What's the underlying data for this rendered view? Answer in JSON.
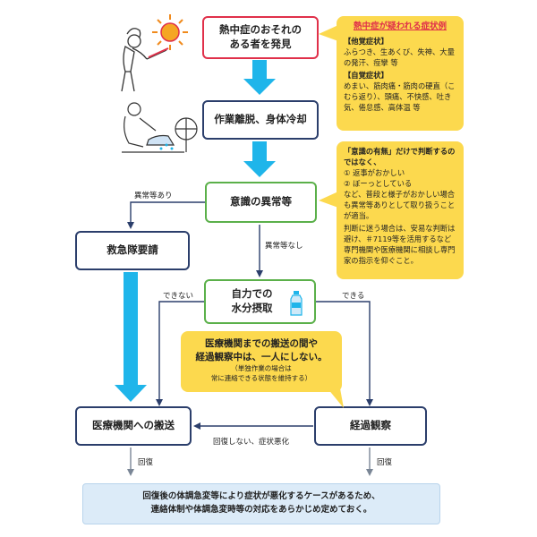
{
  "colors": {
    "alert_red": "#e0304a",
    "navy": "#2b3e6b",
    "green": "#5bb04a",
    "cyan_arrow": "#1fb5ea",
    "note_yellow": "#fcd94e",
    "footer_blue": "#dcebf8"
  },
  "icons": {
    "worker": "worker-in-sun-icon",
    "rest": "worker-resting-with-fan-icon",
    "water": "water-bottle-icon"
  },
  "nodes": {
    "discover": [
      "熱中症のおそれの",
      "ある者を発見"
    ],
    "remove_cool": "作業離脱、身体冷却",
    "consciousness": "意識の異常等",
    "ambulance": "救急隊要請",
    "self_hydration": [
      "自力での",
      "水分摂取"
    ],
    "transport": "医療機関への搬送",
    "observe": "経過観察"
  },
  "edge_labels": {
    "abnormal_yes": "異常等あり",
    "abnormal_no": "異常等なし",
    "cannot": "できない",
    "can": "できる",
    "not_recovered": "回復しない、症状悪化",
    "recovered_left": "回復",
    "recovered_right": "回復"
  },
  "notes": {
    "symptoms": {
      "title": "熱中症が疑われる症状例",
      "other_head": "【他覚症状】",
      "other_body": "ふらつき、生あくび、失神、大量の発汗、痙攣 等",
      "self_head": "【自覚症状】",
      "self_body": "めまい、筋肉痛・筋肉の硬直（こむら返り）、頭痛、不快感、吐き気、倦怠感、高体温 等"
    },
    "judgement": {
      "lead": "「意識の有無」だけで判断するのではなく、",
      "item1": "① 返事がおかしい",
      "item2": "② ぼーっとしている",
      "item3": "など、普段と様子がおかしい場合も異常等ありとして取り扱うことが適当。",
      "item4": "判断に迷う場合は、安易な判断は避け、＃7119等を活用するなど専門機関や医療機関に相談し専門家の指示を仰ぐこと。"
    },
    "not_alone": {
      "line1": "医療機関までの搬送の間や",
      "line2": "経過観察中は、一人にしない。",
      "sub1": "（単独作業の場合は",
      "sub2": "常に連絡できる状態を維持する）"
    }
  },
  "footer": {
    "line1": "回復後の体調急変等により症状が悪化するケースがあるため、",
    "line2": "連絡体制や体調急変時等の対応をあらかじめ定めておく。"
  }
}
